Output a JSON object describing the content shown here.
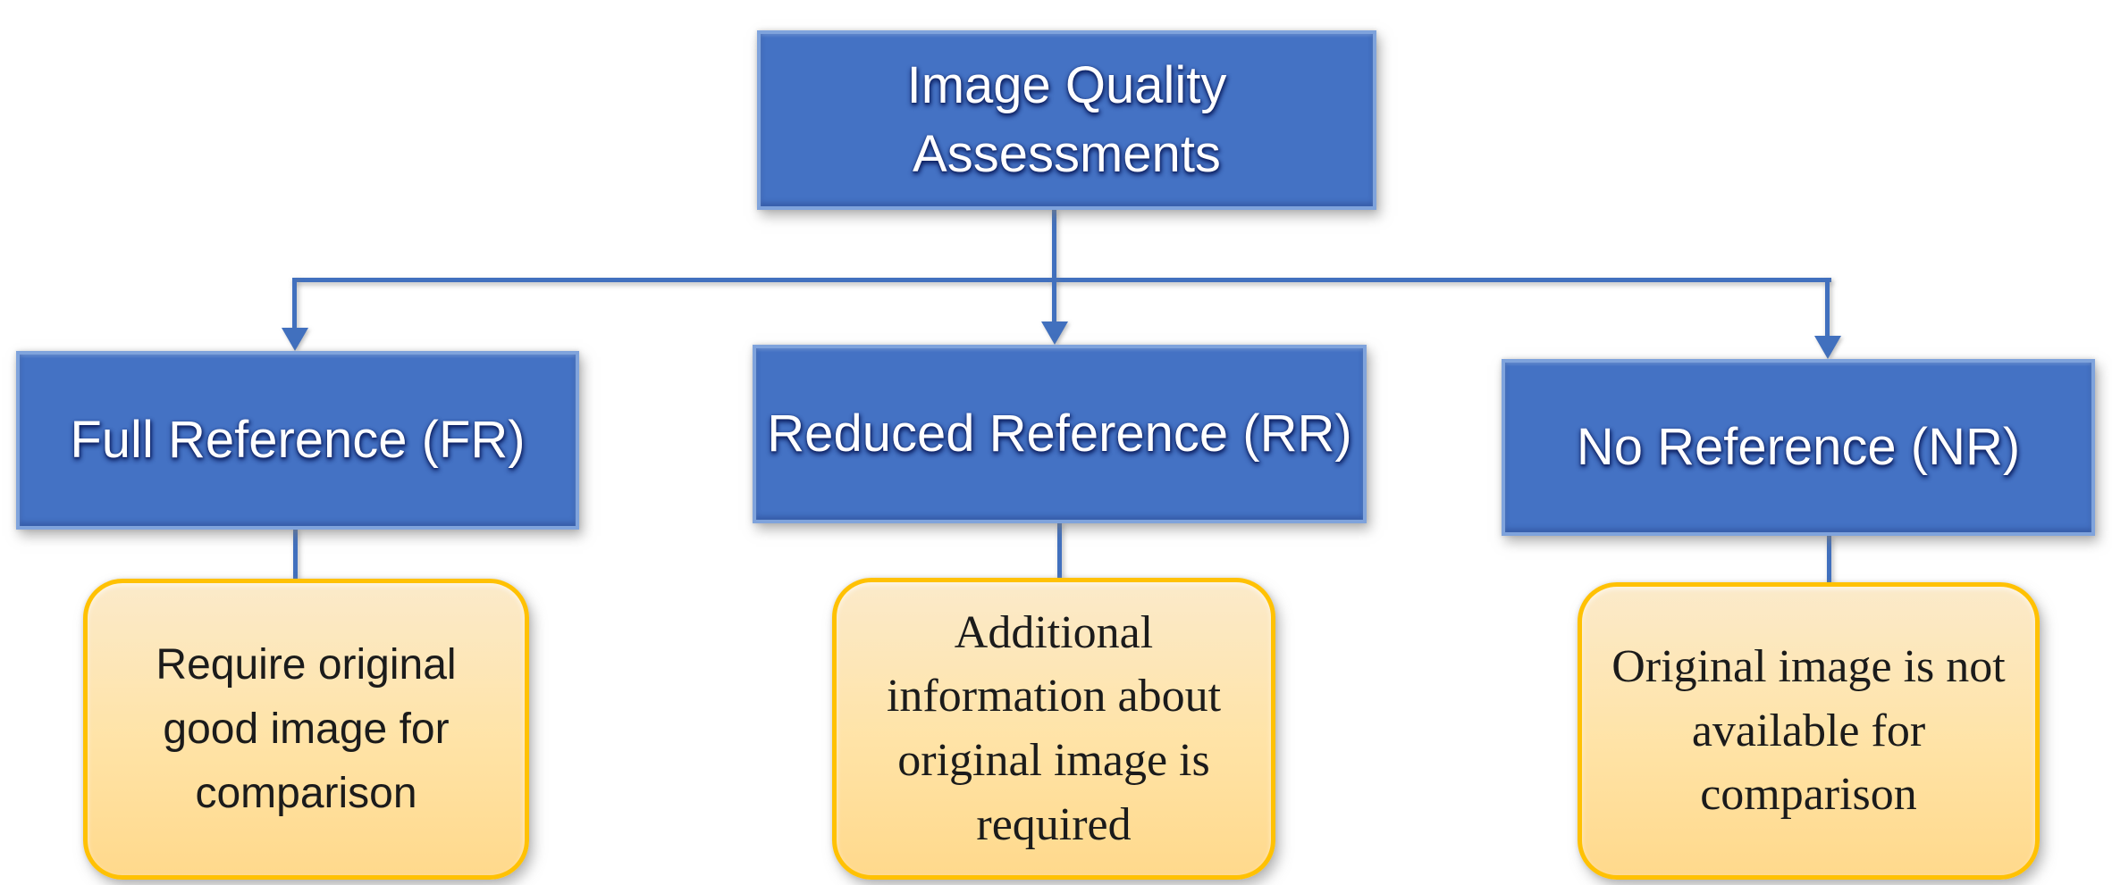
{
  "diagram": {
    "root": {
      "label": "Image Quality Assessments"
    },
    "branches": [
      {
        "label": "Full Reference (FR)",
        "description": "Require original good image for comparison"
      },
      {
        "label": "Reduced Reference (RR)",
        "description": "Additional information about original image is required"
      },
      {
        "label": "No Reference (NR)",
        "description": "Original image is not available for comparison"
      }
    ],
    "colors": {
      "page_bg": "#FFFFFF",
      "category_fill": "#4472C4",
      "category_border": "#7FA3DC",
      "category_text": "#FFFFFF",
      "connector": "#4170BE",
      "leaf_fill_top": "#FBEACA",
      "leaf_fill_bottom": "#FFD98C",
      "leaf_border": "#FFC103",
      "leaf_text": "#1B1B1B"
    }
  }
}
